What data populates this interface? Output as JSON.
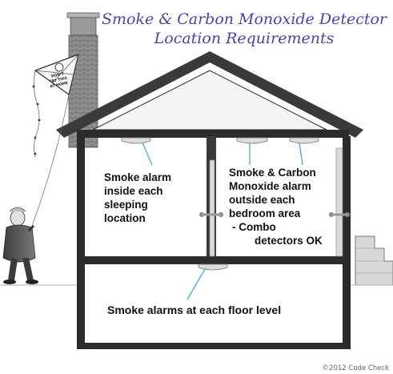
{
  "title": {
    "line1": "Smoke & Carbon Monoxide Detector",
    "line2": "Location Requirements"
  },
  "labels": {
    "bedroom": [
      "Smoke alarm",
      "inside each",
      "sleeping",
      "location"
    ],
    "hallway": [
      "Smoke & Carbon",
      "Monoxide alarm",
      "outside each",
      "bedroom area",
      "- Combo",
      "detectors OK"
    ],
    "floor": "Smoke alarms at each floor level"
  },
  "kite": {
    "lines": [
      "DON'T",
      "TRY THIS",
      "AT HOME"
    ]
  },
  "credit": "©2012 Code Check",
  "colors": {
    "title": "#4a43a6",
    "structure": "#2b2b2b",
    "wall_fill": "#f2f2f2",
    "chimney": "#8a8a8a",
    "leader_line": "#4fb3c6"
  },
  "icons": [
    "kite-icon",
    "person-icon",
    "smoke-detector-icon",
    "combo-detector-icon",
    "door-knob-icon",
    "chimney-icon"
  ]
}
